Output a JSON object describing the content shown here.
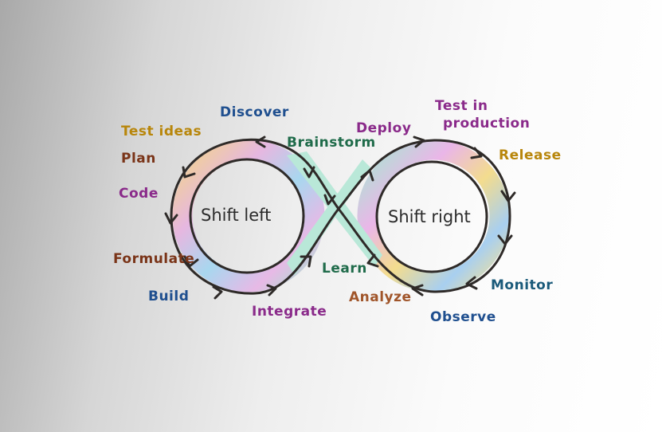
{
  "diagram": {
    "center_left": "Shift left",
    "center_right": "Shift right",
    "labels": {
      "discover": "Discover",
      "test_ideas": "Test ideas",
      "plan": "Plan",
      "code": "Code",
      "formulate": "Formulate",
      "build": "Build",
      "integrate": "Integrate",
      "learn": "Learn",
      "brainstorm": "Brainstorm",
      "deploy": "Deploy",
      "test_in_production_1": "Test in",
      "test_in_production_2": "production",
      "release": "Release",
      "monitor": "Monitor",
      "observe": "Observe",
      "analyze": "Analyze"
    },
    "colors": {
      "outline": "#2e2a28",
      "blue": "#1f4f8f",
      "purple": "#8a2a8a",
      "orange": "#b8860b",
      "brown": "#7a3418",
      "green": "#1f6b4a",
      "teal": "#1a5a7a"
    }
  }
}
